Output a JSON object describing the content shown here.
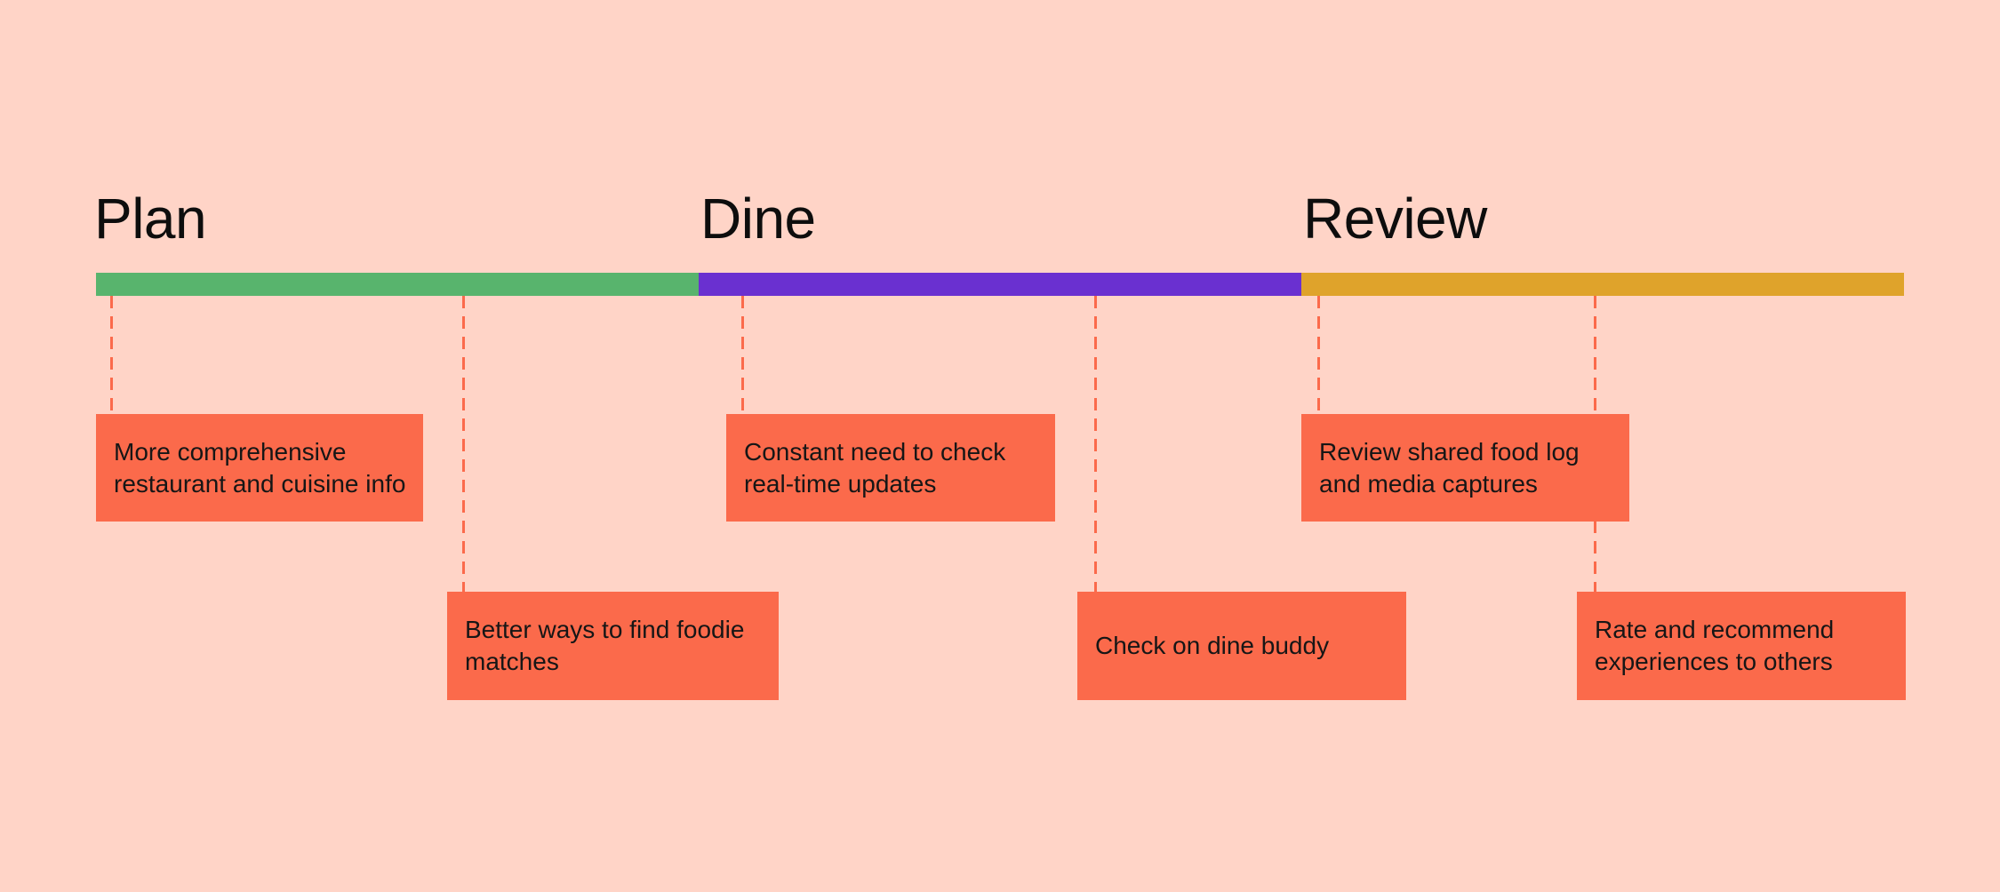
{
  "colors": {
    "background": "#FFD4C7",
    "phase_plan": "#58B46D",
    "phase_dine": "#6A30D0",
    "phase_review": "#DFA32B",
    "note_bg": "#FB6A4B",
    "note_text": "#161616",
    "connector": "#FB6A4B",
    "heading_text": "#0D0D0D"
  },
  "phases": [
    {
      "label": "Plan"
    },
    {
      "label": "Dine"
    },
    {
      "label": "Review"
    }
  ],
  "notes": [
    {
      "phase": "Plan",
      "text": "More comprehensive restaurant and cuisine info"
    },
    {
      "phase": "Plan",
      "text": "Better ways to find foodie matches"
    },
    {
      "phase": "Dine",
      "text": "Constant need to check real-time updates"
    },
    {
      "phase": "Dine",
      "text": "Check on dine buddy"
    },
    {
      "phase": "Review",
      "text": "Review shared food log and media captures"
    },
    {
      "phase": "Review",
      "text": "Rate and recommend experiences to others"
    }
  ]
}
